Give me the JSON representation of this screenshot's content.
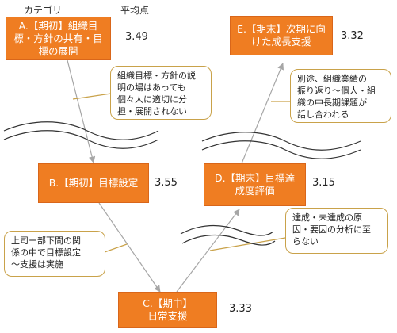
{
  "headers": {
    "category": "カテゴリ",
    "average": "平均点"
  },
  "nodes": {
    "a": {
      "label": "A.【期初】組織目\n標・方針の共有・目\n標の展開",
      "score": "3.49"
    },
    "b": {
      "label": "B.【期初】目標設定",
      "score": "3.55"
    },
    "c": {
      "label": "C.【期中】\n日常支援",
      "score": "3.33"
    },
    "d": {
      "label": "D.【期末】目標達\n成度評価",
      "score": "3.15"
    },
    "e": {
      "label": "E.【期末】次期に向\nけた成長支援",
      "score": "3.32"
    }
  },
  "callouts": {
    "ab": "組織目標・方針の説\n明の場はあっても\n個々人に適切に分\n担・展開されない",
    "bc": "上司ー部下間の関\n係の中で目標設定\n～支援は実施",
    "cd": "達成・未達成の原\n因・要因の分析に至\nらない",
    "de": "別途、組織業績の\n振り返り～個人・組\n織の中長期課題が\n話し合われる"
  },
  "colors": {
    "node_fill": "#ef7d22",
    "callout_border": "#c9a24a",
    "line": "#a6a6a6"
  }
}
